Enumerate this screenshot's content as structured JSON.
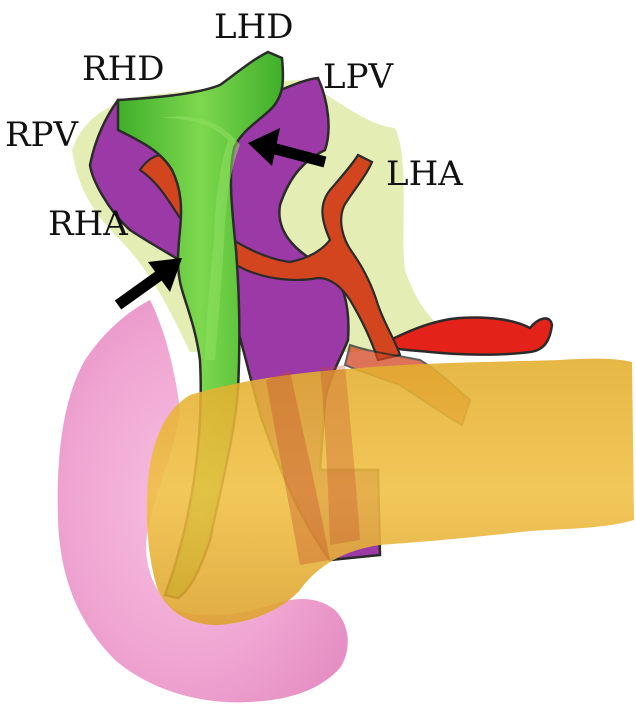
{
  "labels": {
    "lhd": "LHD",
    "rhd": "RHD",
    "lpv": "LPV",
    "rpv": "RPV",
    "lha": "LHA",
    "rha": "RHA"
  },
  "colors": {
    "liver_background": "#e3edb4",
    "bile_duct": "#5bc43a",
    "portal_vein": "#9b3aa6",
    "hepatic_artery": "#d3451f",
    "duodenum": "#f0a6d2",
    "pancreas": "#e9b83c",
    "red_tissue": "#e3221a",
    "arrow": "#000000"
  }
}
